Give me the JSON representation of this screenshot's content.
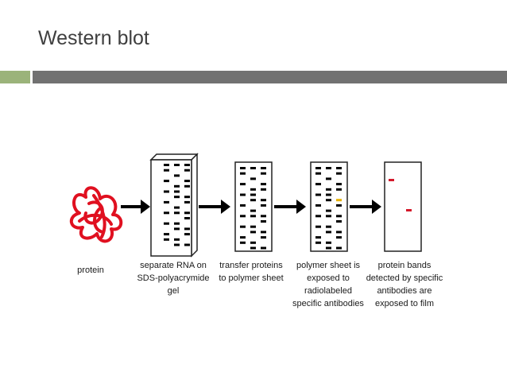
{
  "title": "Western blot",
  "colors": {
    "accent_green": "#9bb37a",
    "header_bar_gray": "#717171",
    "protein_red": "#e01020",
    "band_black": "#000000",
    "band_yellow": "#e8b000",
    "band_red": "#d4182a",
    "arrow": "#000000"
  },
  "steps": [
    {
      "caption": "protein",
      "lines": [
        "protein"
      ]
    },
    {
      "caption": "separate RNA on SDS-polyacrymide gel",
      "lines": [
        "separate RNA on",
        "SDS-polyacrymide",
        "gel"
      ]
    },
    {
      "caption": "transfer proteins to polymer sheet",
      "lines": [
        "transfer proteins",
        "to polymer sheet"
      ]
    },
    {
      "caption": "polymer sheet is exposed to radiolabeled specific antibodies",
      "lines": [
        "polymer sheet is",
        "exposed to",
        "radiolabeled",
        "specific antibodies"
      ]
    },
    {
      "caption": "protein bands detected by specific antibodies are exposed to film",
      "lines": [
        "protein bands",
        "detected by specific",
        "antibodies are",
        "exposed to film"
      ]
    }
  ]
}
